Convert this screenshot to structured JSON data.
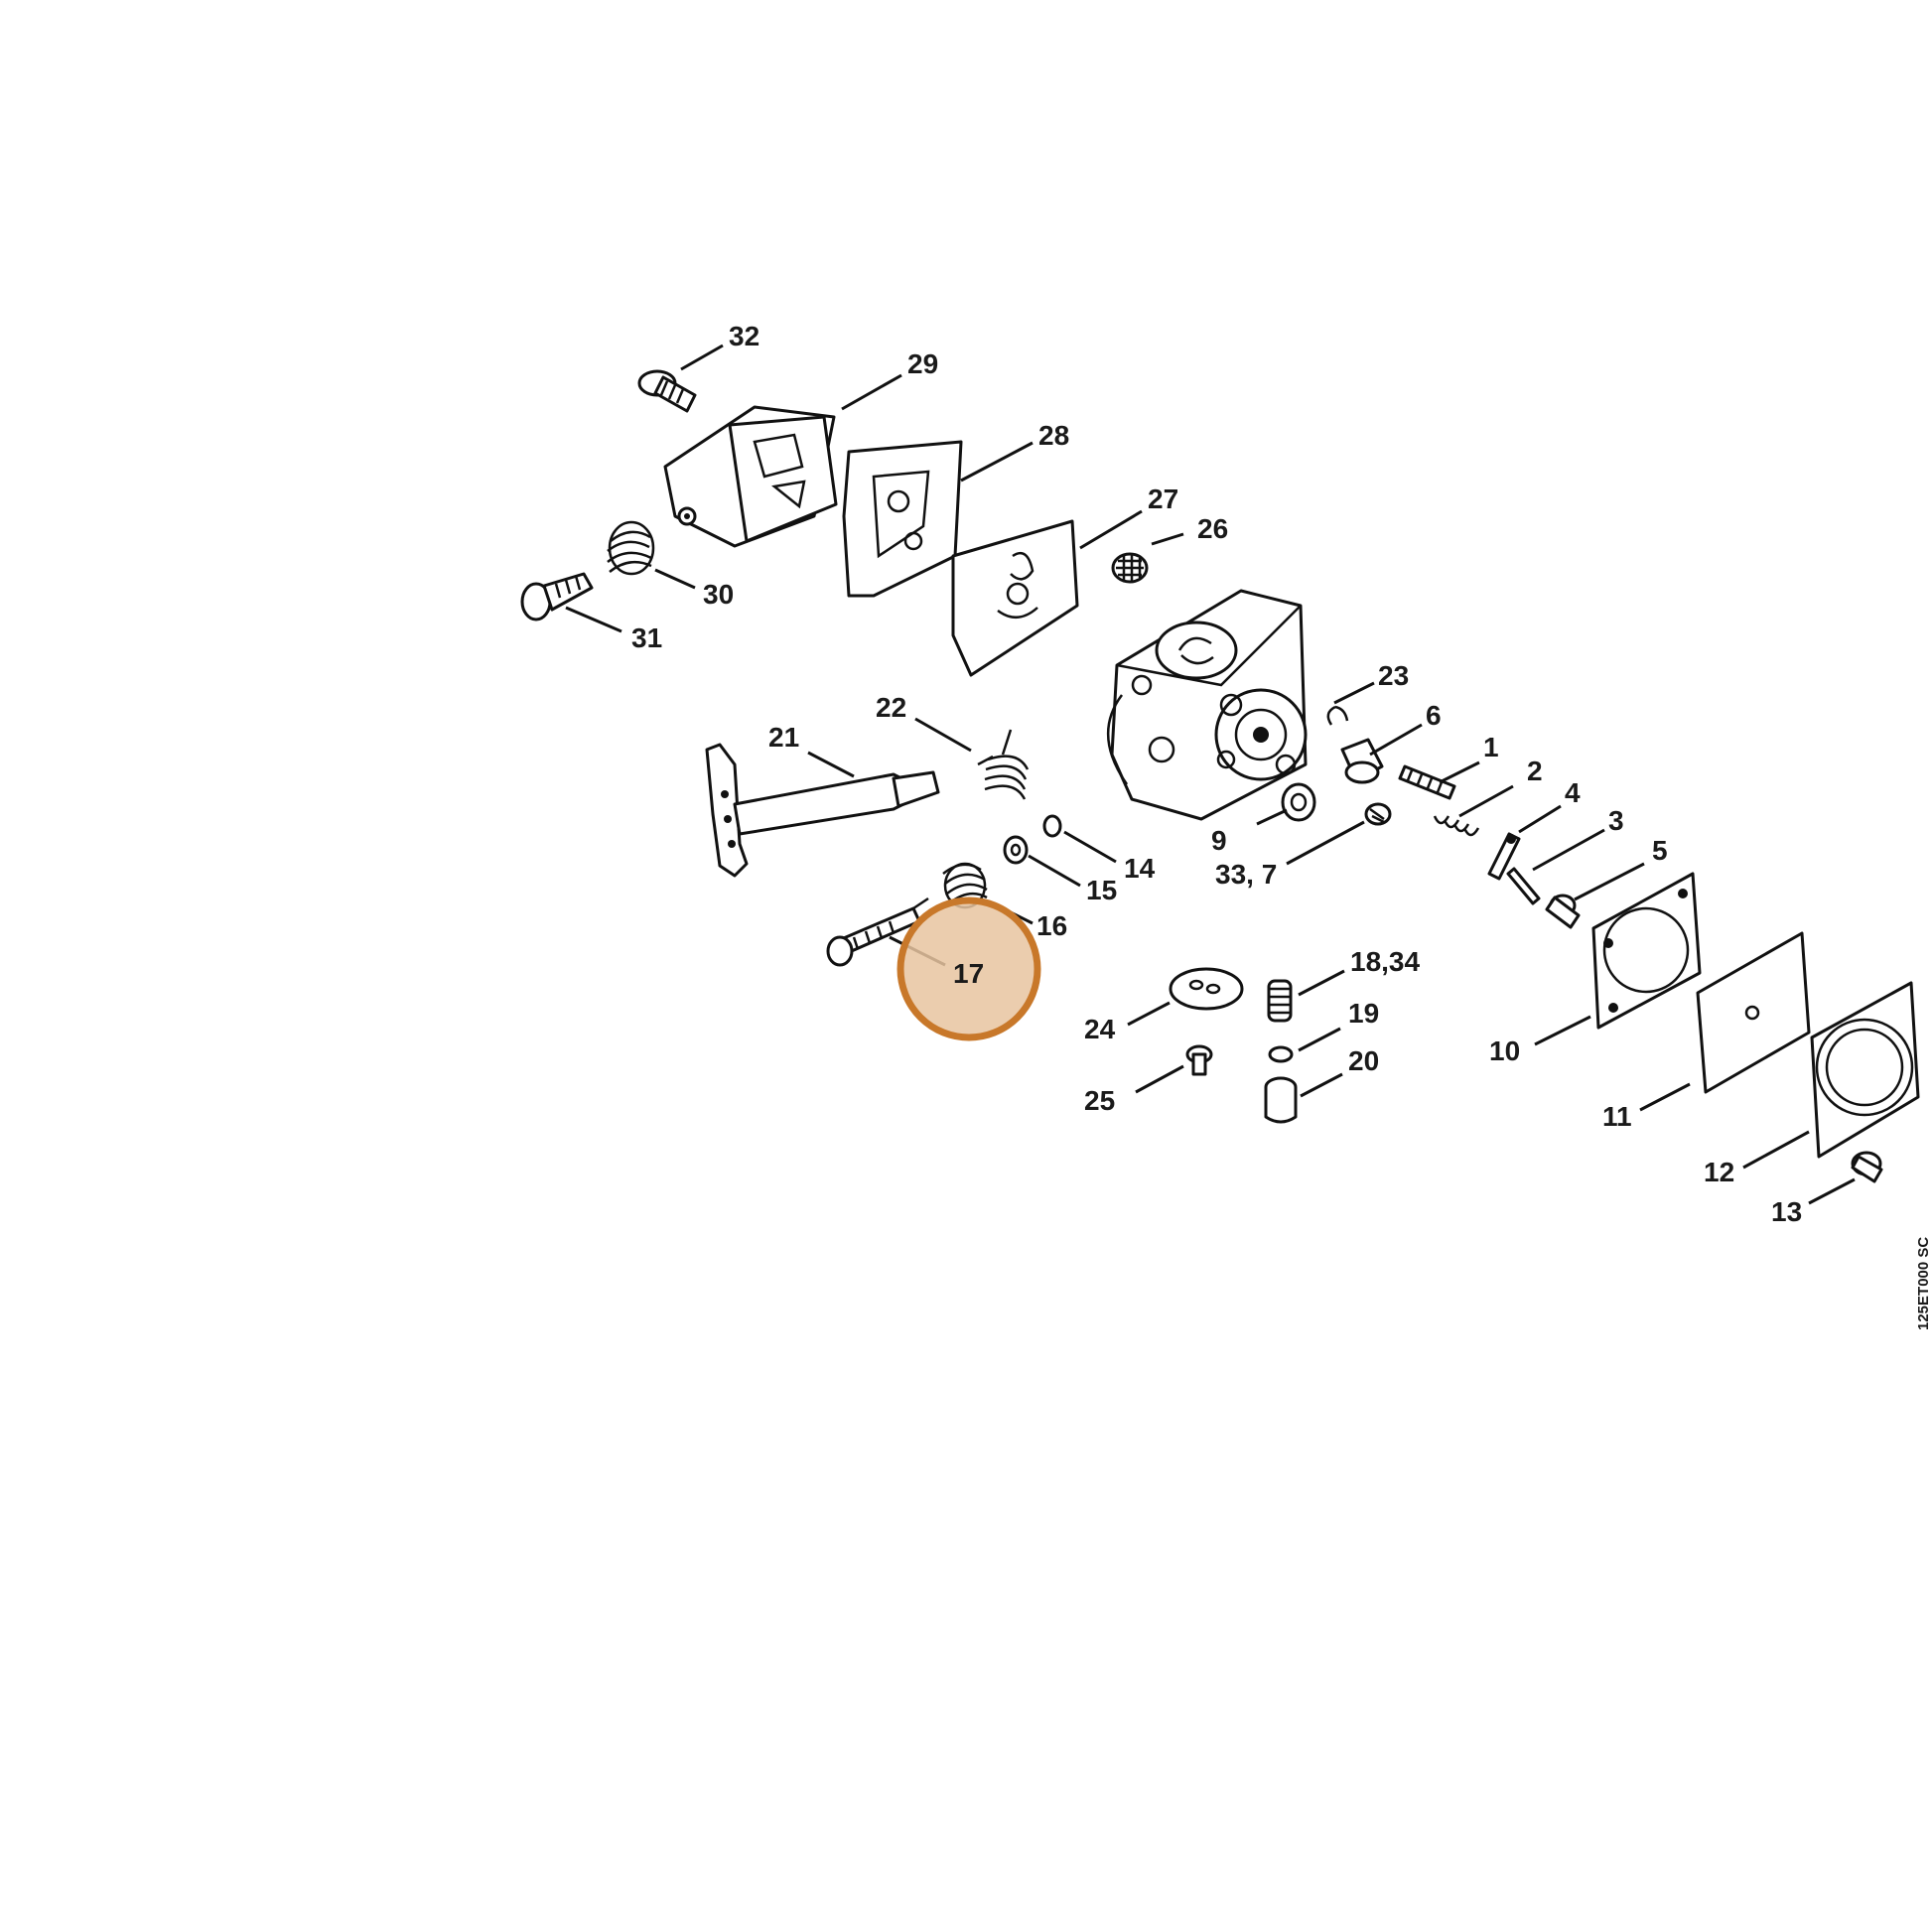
{
  "diagram": {
    "labels": {
      "l1": "1",
      "l2": "2",
      "l3": "3",
      "l4": "4",
      "l5": "5",
      "l6": "6",
      "l9": "9",
      "l10": "10",
      "l11": "11",
      "l12": "12",
      "l13": "13",
      "l14": "14",
      "l15": "15",
      "l16": "16",
      "l17": "17",
      "l1834": "18,34",
      "l19": "19",
      "l20": "20",
      "l21": "21",
      "l22": "22",
      "l23": "23",
      "l24": "24",
      "l25": "25",
      "l26": "26",
      "l27": "27",
      "l28": "28",
      "l29": "29",
      "l30": "30",
      "l31": "31",
      "l32": "32",
      "l337": "33, 7"
    },
    "highlighted_part": "17",
    "highlight_color": "#c8782a",
    "highlight_fill": "#e8c4a0",
    "drawing_code": "125ET000 SC"
  }
}
